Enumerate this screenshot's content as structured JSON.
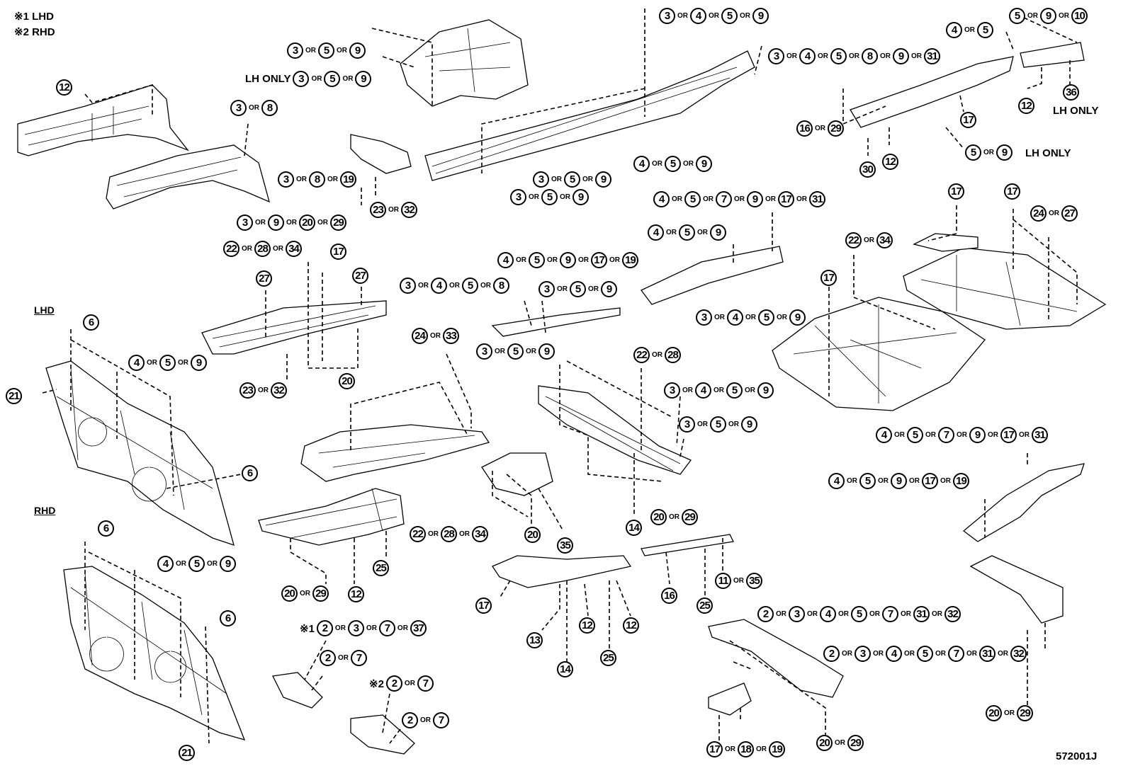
{
  "legend": [
    "※1 LHD",
    "※2 RHD"
  ],
  "side_labels": {
    "lhd": "LHD",
    "rhd": "RHD"
  },
  "figure_code": "572001J",
  "joiner": "OR",
  "callouts": [
    {
      "id": "c01",
      "nums": [
        "3",
        "4",
        "5",
        "9"
      ]
    },
    {
      "id": "c02",
      "nums": [
        "5",
        "9",
        "10"
      ]
    },
    {
      "id": "c03",
      "nums": [
        "4",
        "5"
      ]
    },
    {
      "id": "c04",
      "nums": [
        "3",
        "5",
        "9"
      ]
    },
    {
      "id": "c05",
      "prefix": "LH ONLY",
      "nums": [
        "3",
        "5",
        "9"
      ]
    },
    {
      "id": "c06",
      "nums": [
        "3",
        "4",
        "5",
        "8",
        "9",
        "31"
      ]
    },
    {
      "id": "c07",
      "nums": [
        "12"
      ]
    },
    {
      "id": "c08",
      "nums": [
        "3",
        "8"
      ]
    },
    {
      "id": "c09",
      "nums": [
        "36"
      ]
    },
    {
      "id": "c10",
      "nums": [
        "12"
      ]
    },
    {
      "id": "c11",
      "nums": [
        "17"
      ]
    },
    {
      "id": "c12",
      "nums": [
        "16",
        "29"
      ]
    },
    {
      "id": "c13",
      "nums": [
        "5",
        "9"
      ]
    },
    {
      "id": "c14",
      "nums": [
        "30"
      ]
    },
    {
      "id": "c15",
      "nums": [
        "12"
      ]
    },
    {
      "id": "c16",
      "nums": [
        "4",
        "5",
        "9"
      ]
    },
    {
      "id": "c17",
      "nums": [
        "3",
        "8",
        "19"
      ]
    },
    {
      "id": "c18",
      "nums": [
        "3",
        "5",
        "9"
      ]
    },
    {
      "id": "c19",
      "nums": [
        "3",
        "5",
        "9"
      ]
    },
    {
      "id": "c20",
      "nums": [
        "23",
        "32"
      ]
    },
    {
      "id": "c21",
      "nums": [
        "3",
        "9",
        "20",
        "29"
      ]
    },
    {
      "id": "c22",
      "nums": [
        "4",
        "5",
        "7",
        "9",
        "17",
        "31"
      ]
    },
    {
      "id": "c23",
      "nums": [
        "17"
      ]
    },
    {
      "id": "c24",
      "nums": [
        "17"
      ]
    },
    {
      "id": "c25",
      "nums": [
        "24",
        "27"
      ]
    },
    {
      "id": "c26",
      "nums": [
        "22",
        "28",
        "34"
      ]
    },
    {
      "id": "c27",
      "nums": [
        "17"
      ]
    },
    {
      "id": "c28",
      "nums": [
        "4",
        "5",
        "9"
      ]
    },
    {
      "id": "c29",
      "nums": [
        "22",
        "34"
      ]
    },
    {
      "id": "c30",
      "nums": [
        "27"
      ]
    },
    {
      "id": "c31",
      "nums": [
        "27"
      ]
    },
    {
      "id": "c32",
      "nums": [
        "4",
        "5",
        "9",
        "17",
        "19"
      ]
    },
    {
      "id": "c33",
      "nums": [
        "3",
        "4",
        "5",
        "8"
      ]
    },
    {
      "id": "c34",
      "nums": [
        "3",
        "5",
        "9"
      ]
    },
    {
      "id": "c35",
      "nums": [
        "17"
      ]
    },
    {
      "id": "c36",
      "nums": [
        "3",
        "4",
        "5",
        "9"
      ]
    },
    {
      "id": "c37",
      "nums": [
        "6"
      ]
    },
    {
      "id": "c38",
      "nums": [
        "24",
        "33"
      ]
    },
    {
      "id": "c39",
      "nums": [
        "4",
        "5",
        "9"
      ]
    },
    {
      "id": "c40",
      "nums": [
        "3",
        "5",
        "9"
      ]
    },
    {
      "id": "c41",
      "nums": [
        "22",
        "28"
      ]
    },
    {
      "id": "c42",
      "nums": [
        "21"
      ]
    },
    {
      "id": "c43",
      "nums": [
        "23",
        "32"
      ]
    },
    {
      "id": "c44",
      "nums": [
        "20"
      ]
    },
    {
      "id": "c45",
      "nums": [
        "3",
        "4",
        "5",
        "9"
      ]
    },
    {
      "id": "c46",
      "nums": [
        "3",
        "5",
        "9"
      ]
    },
    {
      "id": "c47",
      "nums": [
        "4",
        "5",
        "7",
        "9",
        "17",
        "31"
      ]
    },
    {
      "id": "c48",
      "nums": [
        "6"
      ]
    },
    {
      "id": "c49",
      "nums": [
        "4",
        "5",
        "9",
        "17",
        "19"
      ]
    },
    {
      "id": "c50",
      "nums": [
        "20",
        "29"
      ]
    },
    {
      "id": "c51",
      "nums": [
        "22",
        "28",
        "34"
      ]
    },
    {
      "id": "c52",
      "nums": [
        "20"
      ]
    },
    {
      "id": "c53",
      "nums": [
        "14"
      ]
    },
    {
      "id": "c54",
      "nums": [
        "6"
      ]
    },
    {
      "id": "c55",
      "nums": [
        "25"
      ]
    },
    {
      "id": "c56",
      "nums": [
        "35"
      ]
    },
    {
      "id": "c57",
      "nums": [
        "4",
        "5",
        "9"
      ]
    },
    {
      "id": "c58",
      "nums": [
        "20",
        "29"
      ]
    },
    {
      "id": "c59",
      "nums": [
        "12"
      ]
    },
    {
      "id": "c60",
      "nums": [
        "11",
        "35"
      ]
    },
    {
      "id": "c61",
      "nums": [
        "16"
      ]
    },
    {
      "id": "c62",
      "nums": [
        "17"
      ]
    },
    {
      "id": "c63",
      "nums": [
        "25"
      ]
    },
    {
      "id": "c64",
      "nums": [
        "6"
      ]
    },
    {
      "id": "c65",
      "nums": [
        "2",
        "3",
        "4",
        "5",
        "7",
        "31",
        "32"
      ]
    },
    {
      "id": "c66",
      "nums": [
        "12"
      ]
    },
    {
      "id": "c67",
      "nums": [
        "12"
      ]
    },
    {
      "id": "c68",
      "nums": [
        "13"
      ]
    },
    {
      "id": "c69",
      "prefix": "※1",
      "nums": [
        "2",
        "3",
        "7",
        "37"
      ]
    },
    {
      "id": "c70",
      "nums": [
        "2",
        "7"
      ]
    },
    {
      "id": "c71",
      "nums": [
        "2",
        "3",
        "4",
        "5",
        "7",
        "31",
        "32"
      ]
    },
    {
      "id": "c72",
      "nums": [
        "14"
      ]
    },
    {
      "id": "c73",
      "nums": [
        "25"
      ]
    },
    {
      "id": "c74",
      "prefix": "※2",
      "nums": [
        "2",
        "7"
      ]
    },
    {
      "id": "c75",
      "nums": [
        "2",
        "7"
      ]
    },
    {
      "id": "c76",
      "nums": [
        "20",
        "29"
      ]
    },
    {
      "id": "c77",
      "nums": [
        "21"
      ]
    },
    {
      "id": "c78",
      "nums": [
        "17",
        "18",
        "19"
      ]
    },
    {
      "id": "c79",
      "nums": [
        "20",
        "29"
      ]
    }
  ],
  "notes": [
    {
      "id": "n1",
      "text": "LH ONLY"
    },
    {
      "id": "n2",
      "text": "LH ONLY"
    }
  ]
}
